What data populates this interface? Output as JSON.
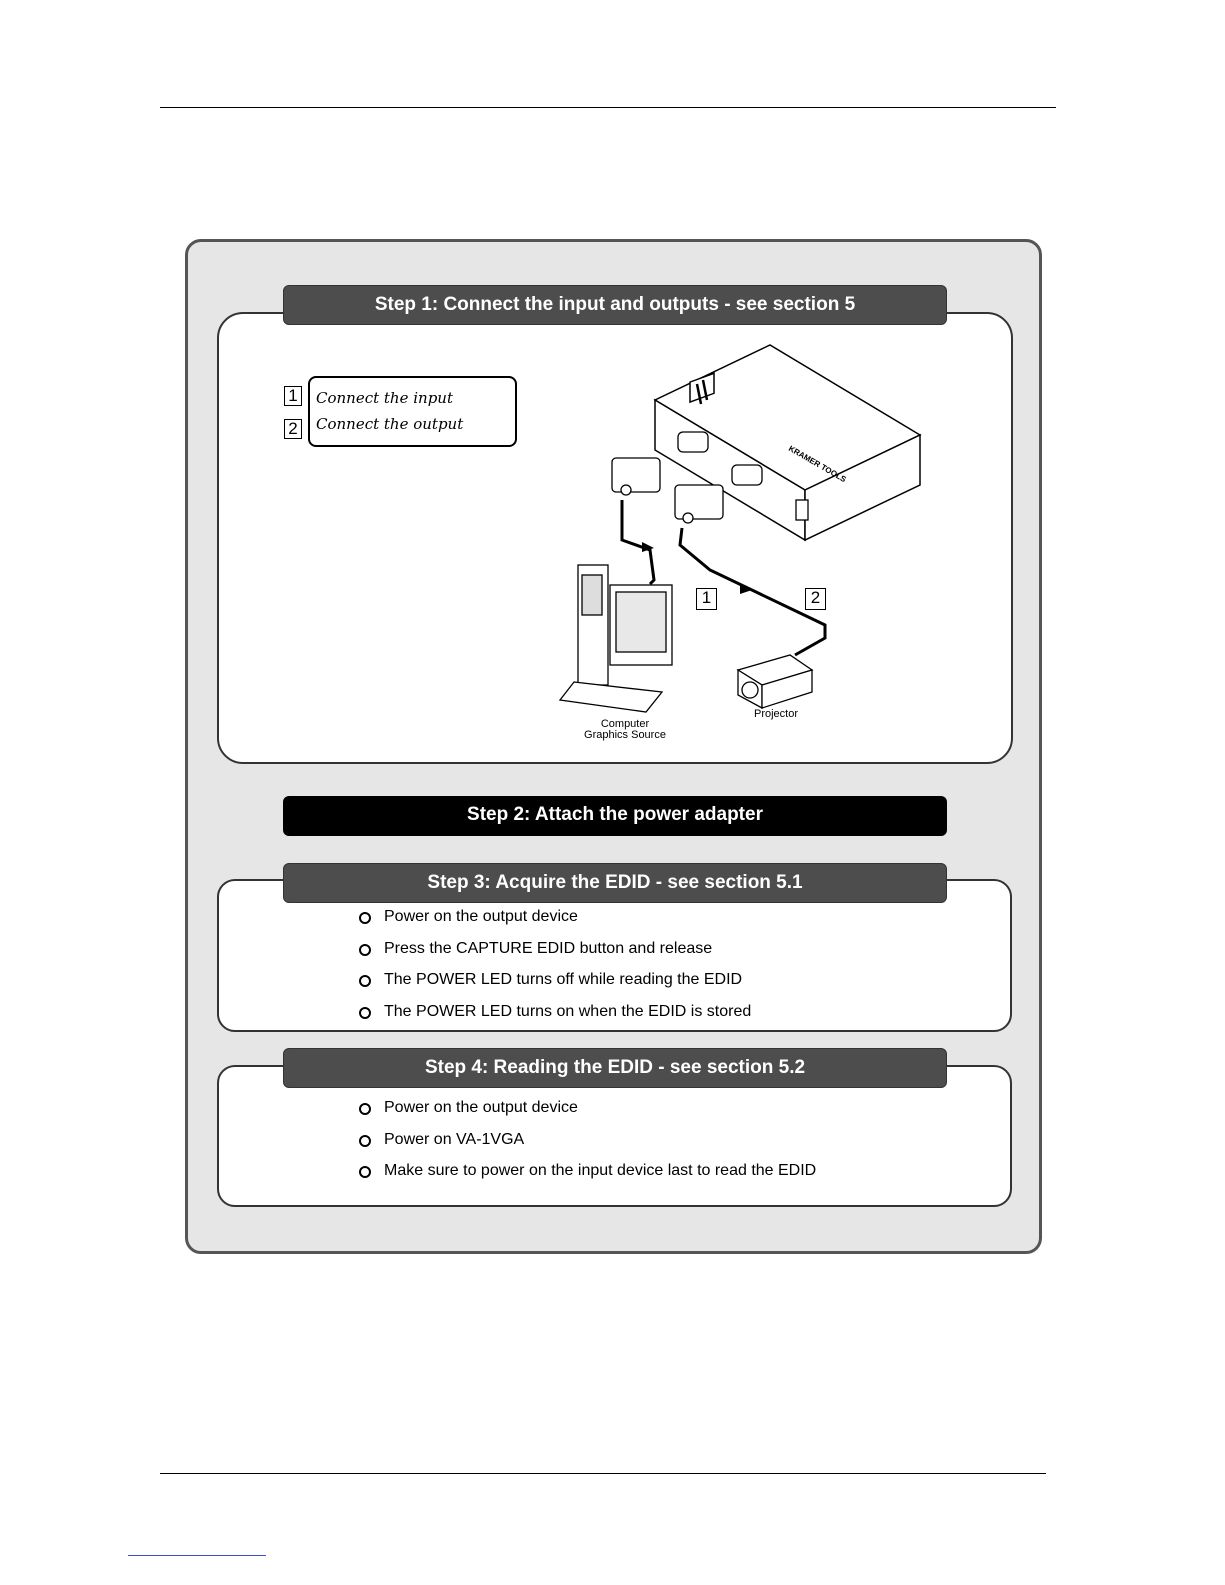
{
  "step1": {
    "title": "Step 1: Connect the input and outputs - see section 5",
    "legend": [
      {
        "num": "1",
        "text": "Connect the input"
      },
      {
        "num": "2",
        "text": "Connect the output"
      }
    ],
    "diagram": {
      "callout_1": "1",
      "callout_2": "2",
      "source_caption_line1": "Computer",
      "source_caption_line2": "Graphics Source",
      "projector_caption": "Projector"
    }
  },
  "step2": {
    "title": "Step 2: Attach the power adapter"
  },
  "step3": {
    "title": "Step 3: Acquire the EDID - see section 5.1",
    "items": [
      "Power on the output device",
      "Press the CAPTURE EDID button and release",
      "The POWER LED turns off while reading the EDID",
      "The POWER LED turns on when the EDID is stored"
    ]
  },
  "step4": {
    "title": "Step 4: Reading the EDID - see section 5.2",
    "items": [
      "Power on the output device",
      "Power on VA-1VGA",
      "Make sure to power on the input device last to read the EDID"
    ]
  },
  "colors": {
    "outer_bg": "#e6e6e6",
    "banner_grey": "#4d4d4d",
    "banner_black": "#000000"
  }
}
